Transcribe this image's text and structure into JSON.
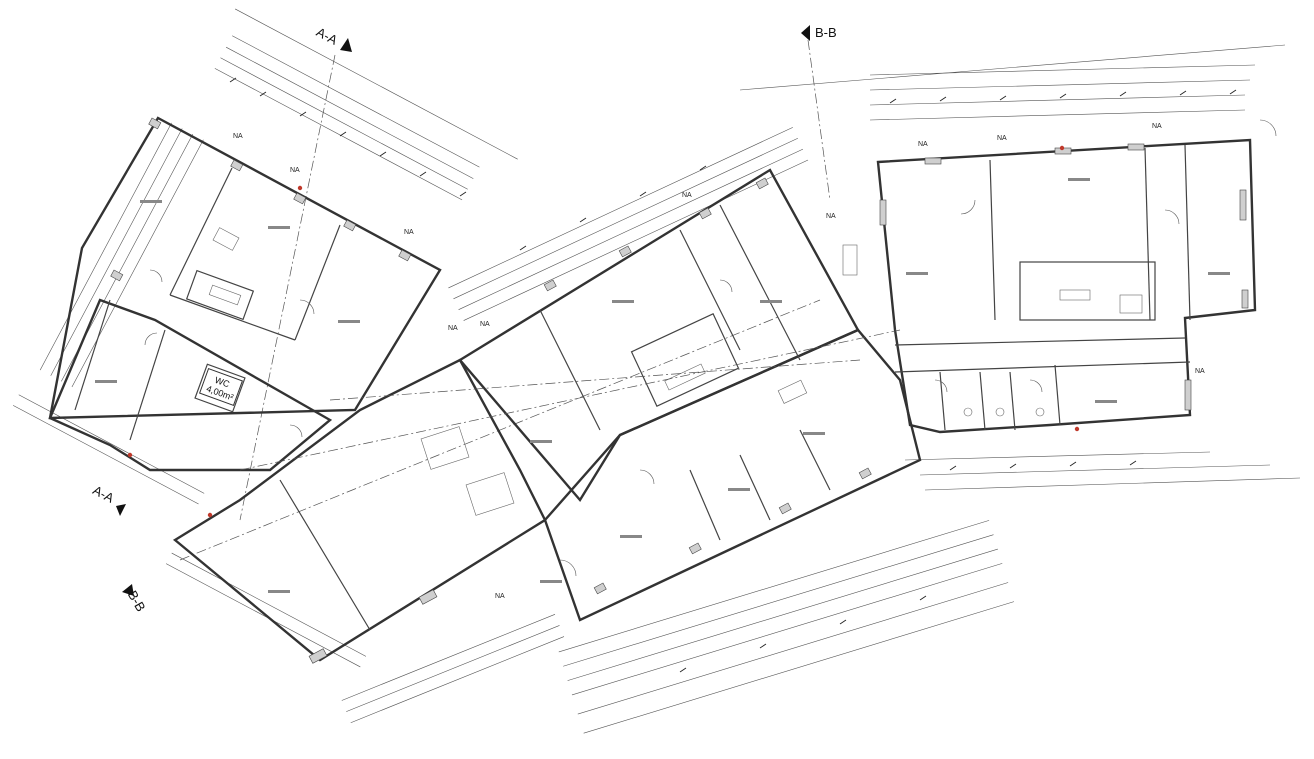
{
  "drawing": {
    "section_marks": {
      "aa_top": "A-A",
      "aa_bottom": "A-A",
      "bb_top": "B-B",
      "bb_left": "B-B"
    },
    "room_tags": {
      "na": "NA",
      "wc": "WC",
      "wc_area": "4,00m²"
    },
    "colors": {
      "line": "#333333",
      "hatch": "#cfcfcf",
      "marker": "#c0392b",
      "background": "#ffffff"
    }
  }
}
